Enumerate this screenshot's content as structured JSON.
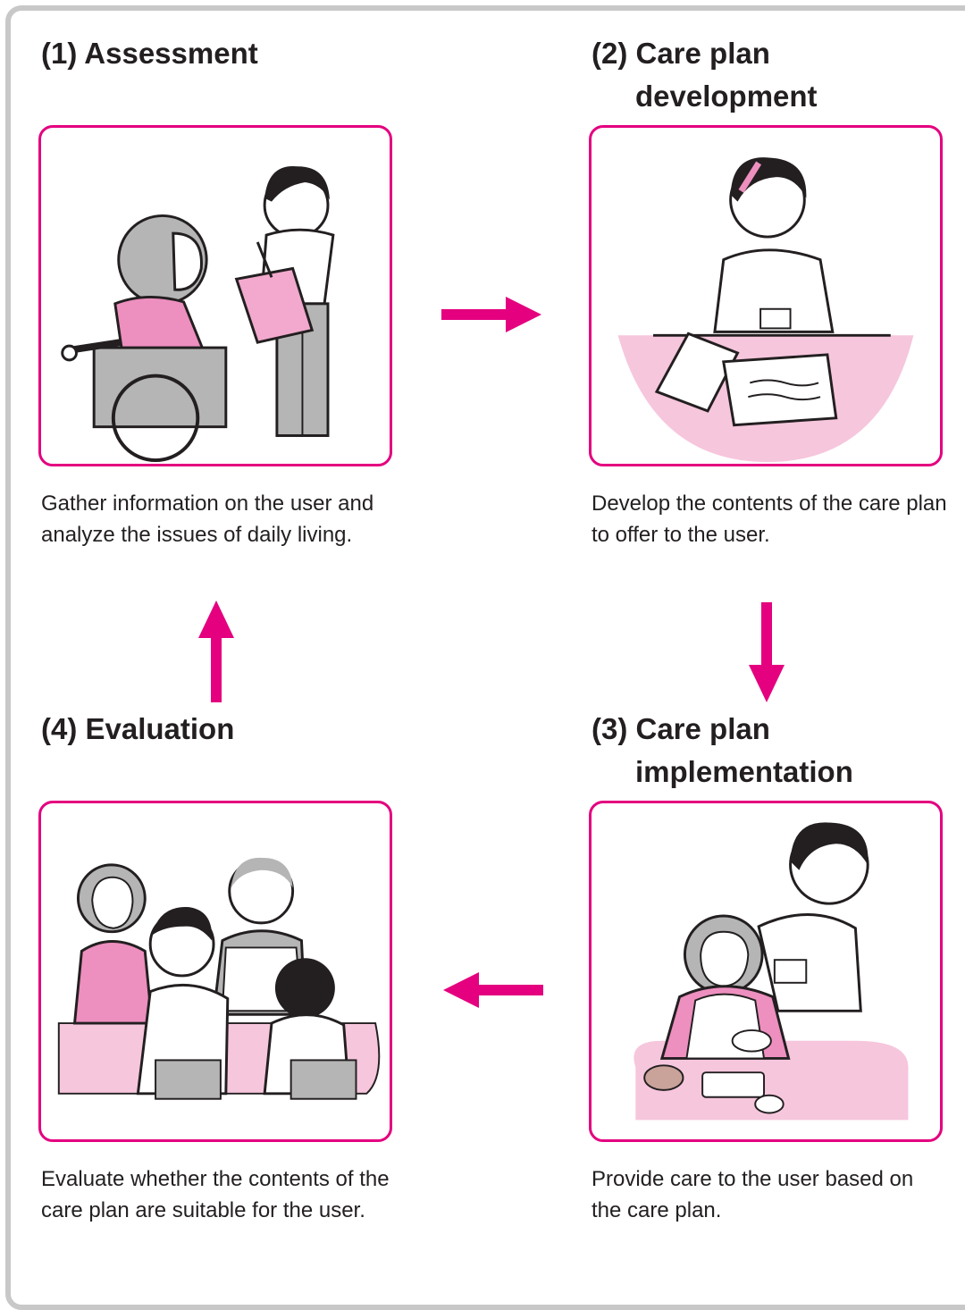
{
  "colors": {
    "accent": "#e4007f",
    "pink_fill": "#ed8fbf",
    "light_pink": "#f6c6dd",
    "gray": "#b5b5b5",
    "frame": "#c8c8c8"
  },
  "steps": [
    {
      "title_line1": "(1) Assessment",
      "title_line2": "",
      "description": "Gather information on the user and analyze the issues of daily living."
    },
    {
      "title_line1": "(2) Care plan",
      "title_line2": "development",
      "description": "Develop the contents of the care plan to offer to the user."
    },
    {
      "title_line1": "(3) Care plan",
      "title_line2": "implementation",
      "description": "Provide care to the user based on the care plan."
    },
    {
      "title_line1": "(4) Evaluation",
      "title_line2": "",
      "description": "Evaluate whether the contents of the care plan are suitable for the user."
    }
  ]
}
